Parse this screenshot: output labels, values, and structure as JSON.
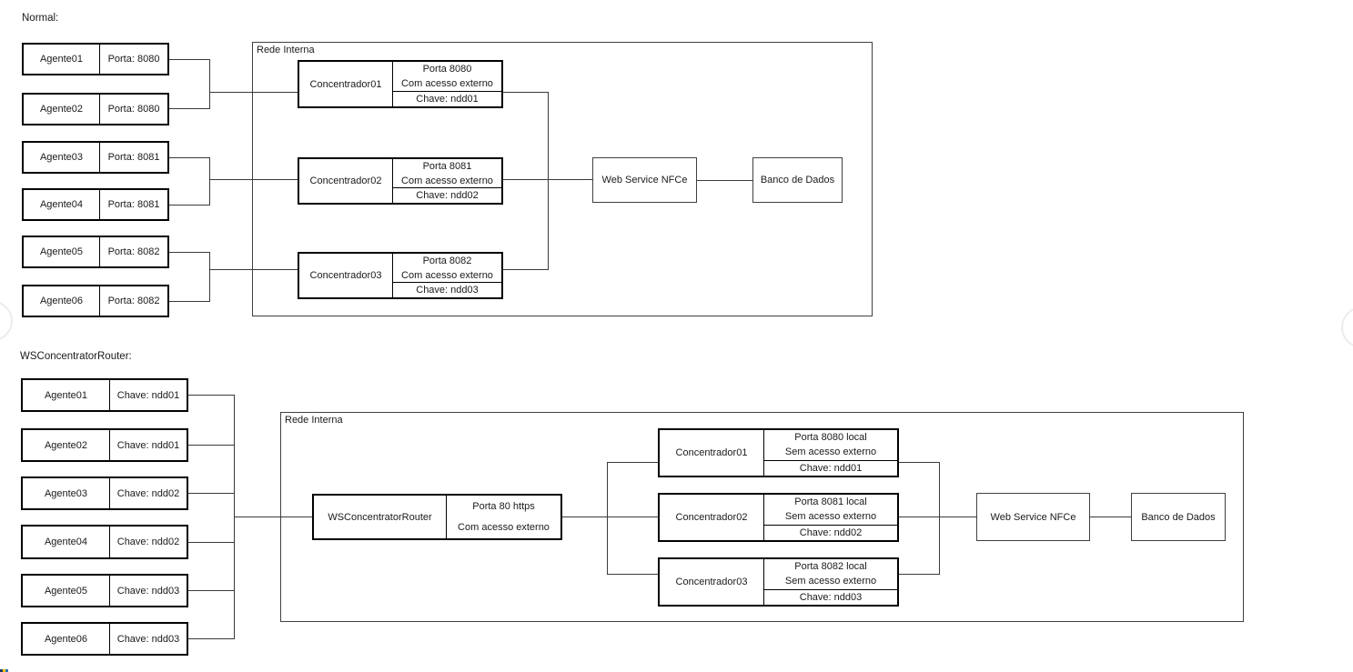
{
  "colors": {
    "background": "#ffffff",
    "node_border": "#000000",
    "connector_line": "#3a3a3a",
    "corner_chips": [
      "#1f3864",
      "#ffc000",
      "#2e75b6"
    ]
  },
  "diagram_top": {
    "section_label": "Normal:",
    "network_label": "Rede Interna",
    "agents": [
      {
        "name": "Agente01",
        "info": "Porta: 8080"
      },
      {
        "name": "Agente02",
        "info": "Porta: 8080"
      },
      {
        "name": "Agente03",
        "info": "Porta: 8081"
      },
      {
        "name": "Agente04",
        "info": "Porta: 8081"
      },
      {
        "name": "Agente05",
        "info": "Porta: 8082"
      },
      {
        "name": "Agente06",
        "info": "Porta: 8082"
      }
    ],
    "concentrators": [
      {
        "name": "Concentrador01",
        "port": "Porta 8080",
        "access": "Com acesso externo",
        "key": "Chave: ndd01"
      },
      {
        "name": "Concentrador02",
        "port": "Porta 8081",
        "access": "Com acesso externo",
        "key": "Chave: ndd02"
      },
      {
        "name": "Concentrador03",
        "port": "Porta 8082",
        "access": "Com acesso externo",
        "key": "Chave: ndd03"
      }
    ],
    "webservice_label": "Web Service NFCe",
    "database_label": "Banco de Dados"
  },
  "diagram_bottom": {
    "section_label": "WSConcentratorRouter:",
    "network_label": "Rede Interna",
    "agents": [
      {
        "name": "Agente01",
        "info": "Chave: ndd01"
      },
      {
        "name": "Agente02",
        "info": "Chave: ndd01"
      },
      {
        "name": "Agente03",
        "info": "Chave: ndd02"
      },
      {
        "name": "Agente04",
        "info": "Chave: ndd02"
      },
      {
        "name": "Agente05",
        "info": "Chave: ndd03"
      },
      {
        "name": "Agente06",
        "info": "Chave: ndd03"
      }
    ],
    "router": {
      "name": "WSConcentratorRouter",
      "port": "Porta 80 https",
      "access": "Com acesso externo"
    },
    "concentrators": [
      {
        "name": "Concentrador01",
        "port": "Porta 8080 local",
        "access": "Sem acesso externo",
        "key": "Chave: ndd01"
      },
      {
        "name": "Concentrador02",
        "port": "Porta 8081 local",
        "access": "Sem acesso externo",
        "key": "Chave: ndd02"
      },
      {
        "name": "Concentrador03",
        "port": "Porta 8082 local",
        "access": "Sem acesso externo",
        "key": "Chave: ndd03"
      }
    ],
    "webservice_label": "Web Service NFCe",
    "database_label": "Banco de Dados"
  }
}
